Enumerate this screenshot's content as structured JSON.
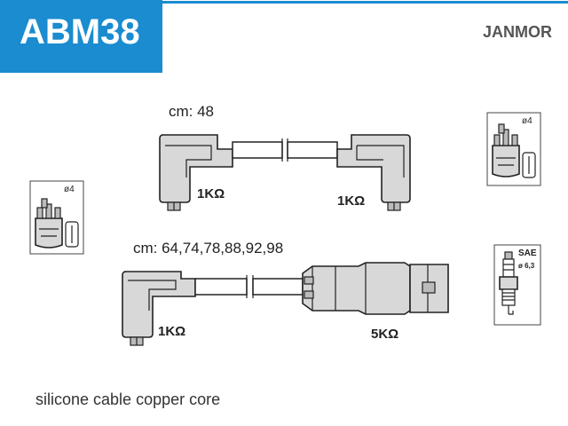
{
  "header": {
    "model": "ABM38",
    "brand": "JANMOR"
  },
  "cable_top": {
    "length_label": "cm: 48",
    "resistor_left": "1KΩ",
    "resistor_right": "1KΩ"
  },
  "cable_bottom": {
    "length_label": "cm: 64,74,78,88,92,98",
    "resistor_left": "1KΩ",
    "resistor_right": "5KΩ"
  },
  "icons": {
    "distributor_left": {
      "label": "ø4"
    },
    "distributor_right": {
      "label": "ø4"
    },
    "spark_plug": {
      "label": "SAE",
      "sublabel": "ø 6,3"
    }
  },
  "footer": {
    "text": "silicone cable copper core"
  },
  "colors": {
    "accent": "#1a8ccf",
    "boot_fill": "#d8d8d8",
    "outline": "#222222"
  }
}
